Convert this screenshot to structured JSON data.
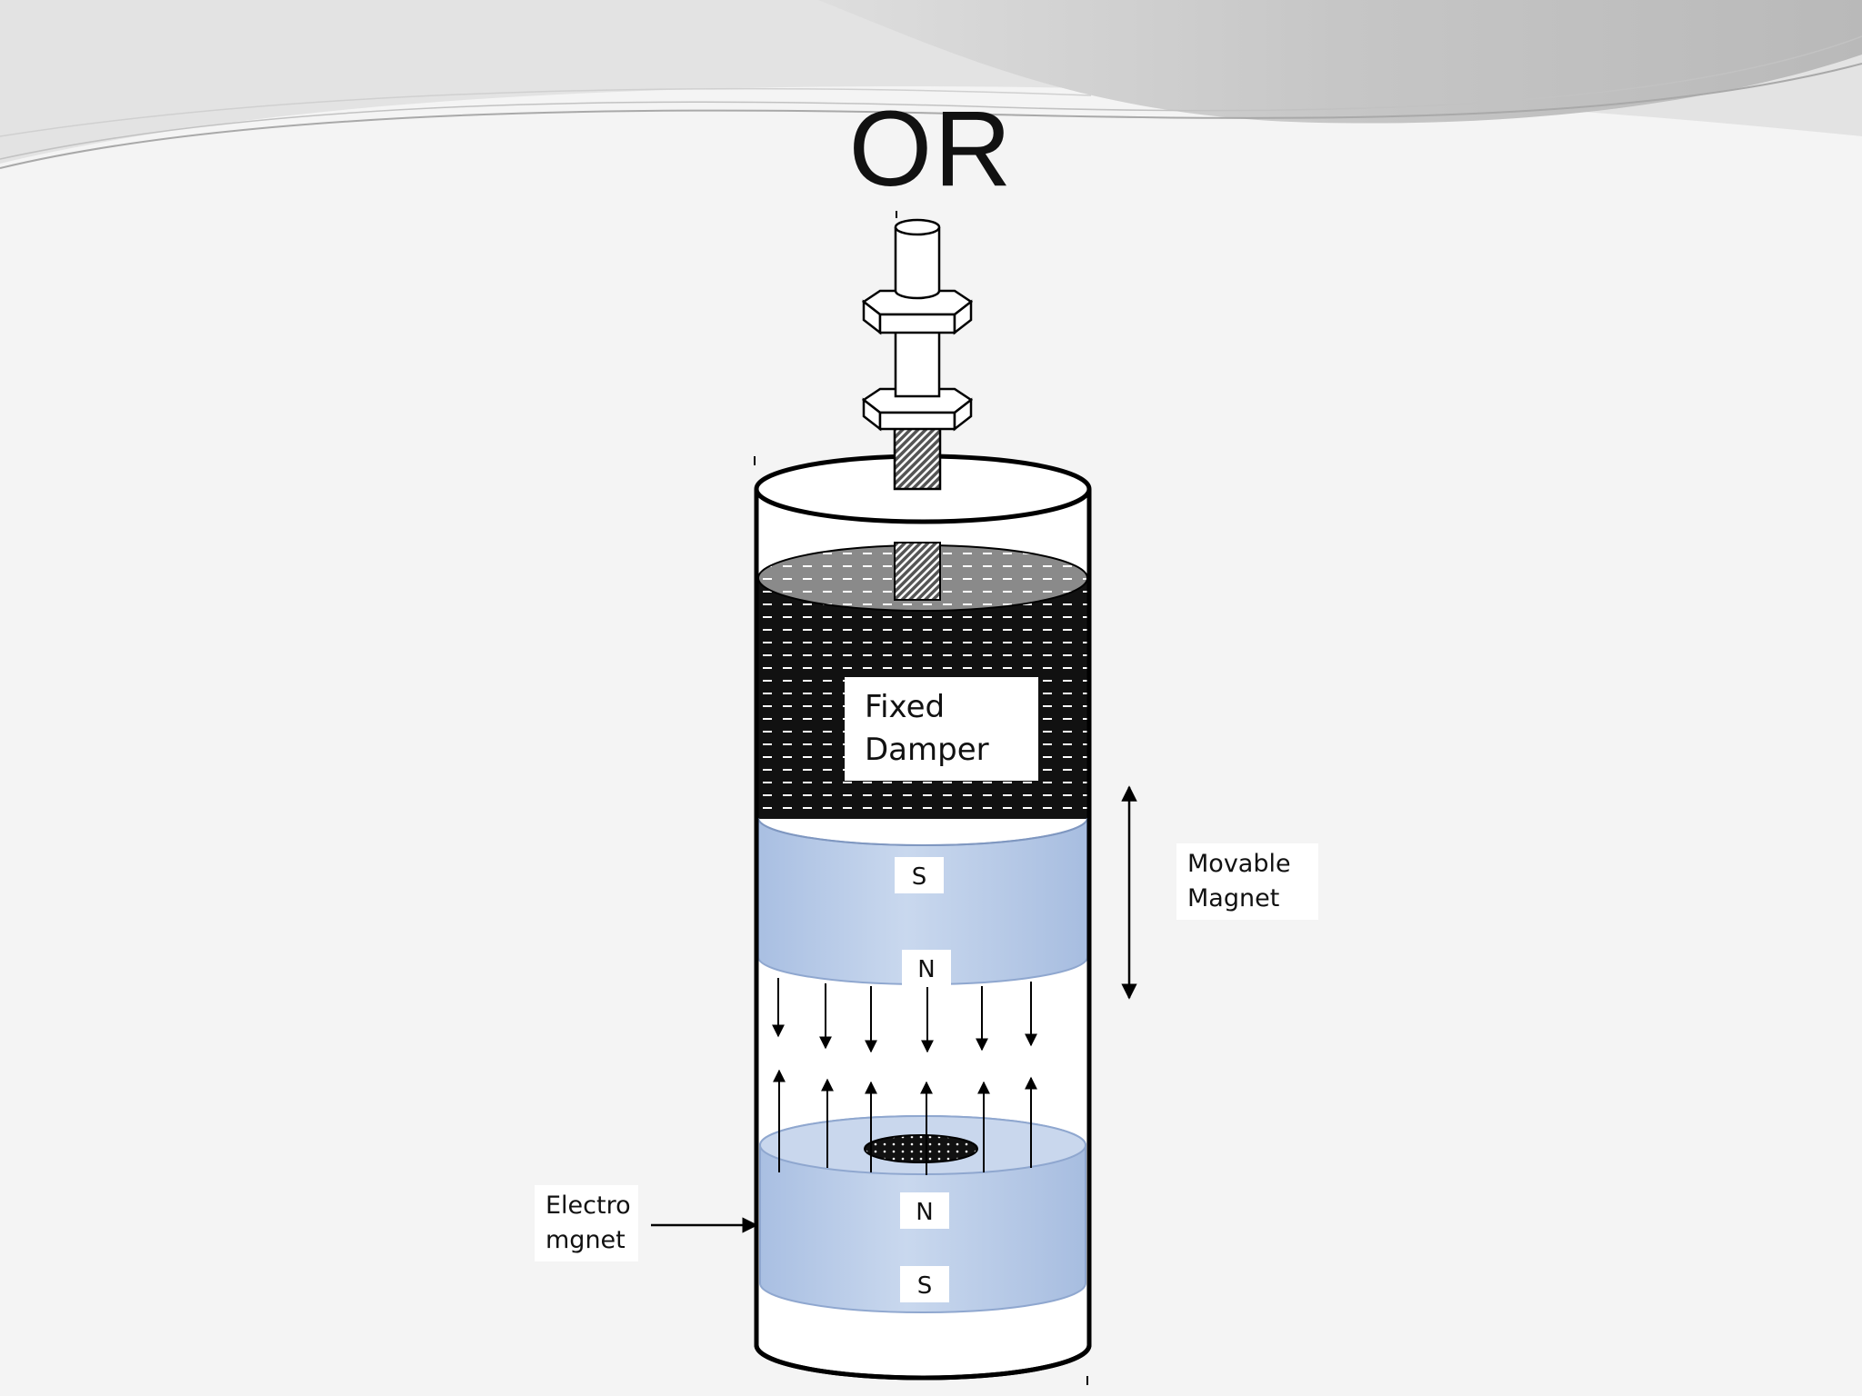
{
  "slide": {
    "title": "OR"
  },
  "labels": {
    "fixed_damper_line1": "Fixed",
    "fixed_damper_line2": "Damper",
    "movable_magnet_line1": "Movable",
    "movable_magnet_line2": "Magnet",
    "electromagnet_line1": "Electro",
    "electromagnet_line2": "mgnet"
  },
  "poles": {
    "movable_top": "S",
    "movable_bottom": "N",
    "electro_top": "N",
    "electro_bottom": "S"
  },
  "colors": {
    "background": "#f4f4f4",
    "magnet_blue": "#b9cbe6",
    "damper_fluid": "#111111",
    "outline": "#000000"
  }
}
